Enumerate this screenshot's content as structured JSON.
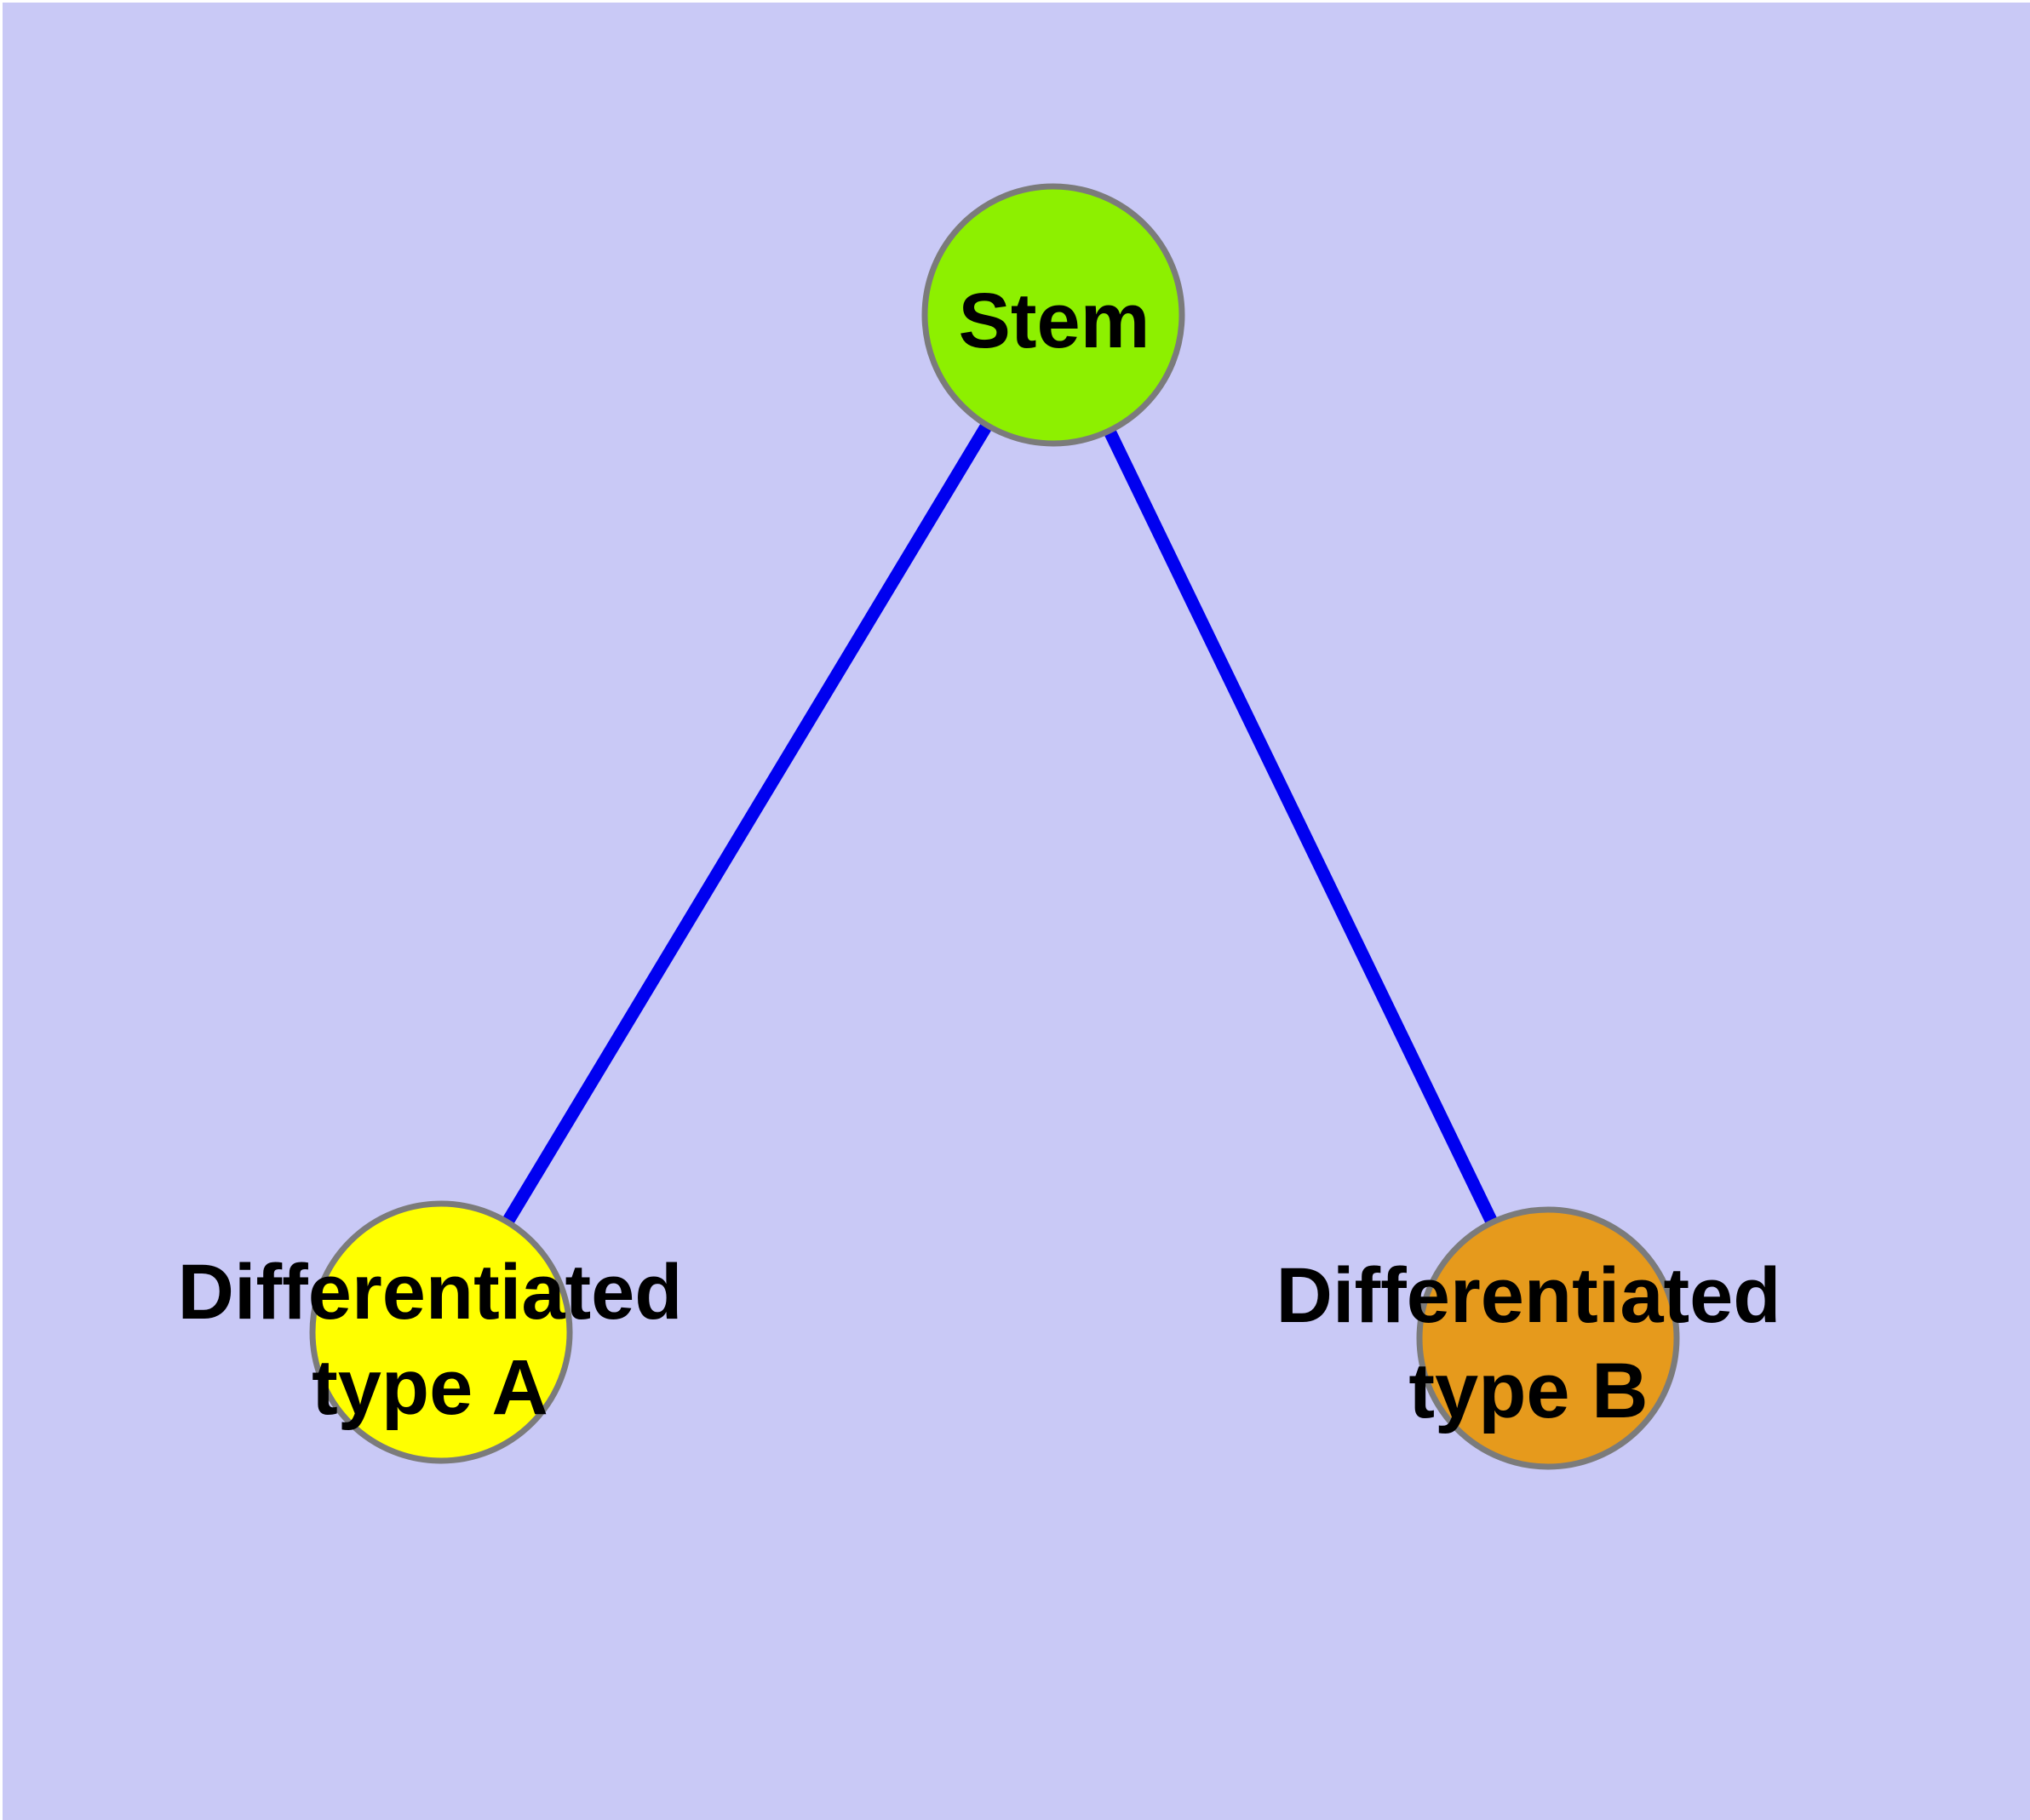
{
  "diagram": {
    "type": "node-link-graph",
    "background_color": "#C9C9F6",
    "page_margin_color": "#FFFFFF",
    "edge_color": "#0000F0",
    "node_border_color": "#7B7B7B",
    "label_color": "#000000",
    "nodes": [
      {
        "id": "stem",
        "label": "Stem",
        "fill": "#8DF000"
      },
      {
        "id": "differentiated-type-a",
        "label_line1": "Differentiated",
        "label_line2": "type A",
        "fill": "#FFFF00"
      },
      {
        "id": "differentiated-type-b",
        "label_line1": "Differentiated",
        "label_line2": "type B",
        "fill": "#E69A1C"
      }
    ],
    "edges": [
      {
        "from": "stem",
        "to": "differentiated-type-a"
      },
      {
        "from": "stem",
        "to": "differentiated-type-b"
      }
    ]
  }
}
